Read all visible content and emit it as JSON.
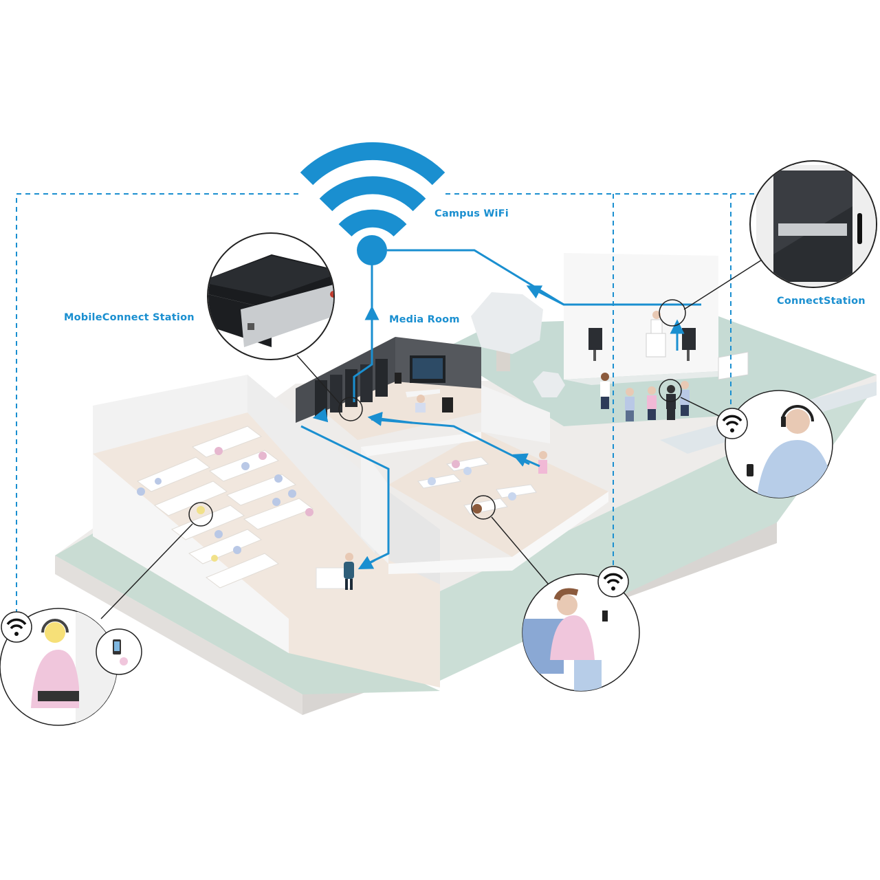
{
  "labels": {
    "campus_wifi": "Campus WiFi",
    "mobileconnect_station": "MobileConnect Station",
    "media_room": "Media Room",
    "connect_station": "ConnectStation"
  },
  "colors": {
    "accent_blue": "#1a8fd0",
    "floor_green": "#c7dcd3",
    "floor_beige": "#ead9cc",
    "wall_white": "#f4f4f4",
    "rack_dark": "#2b2e33"
  },
  "icons": [
    "wifi-icon",
    "mobileconnect-station-device",
    "connectstation-device",
    "headphones-listener"
  ]
}
